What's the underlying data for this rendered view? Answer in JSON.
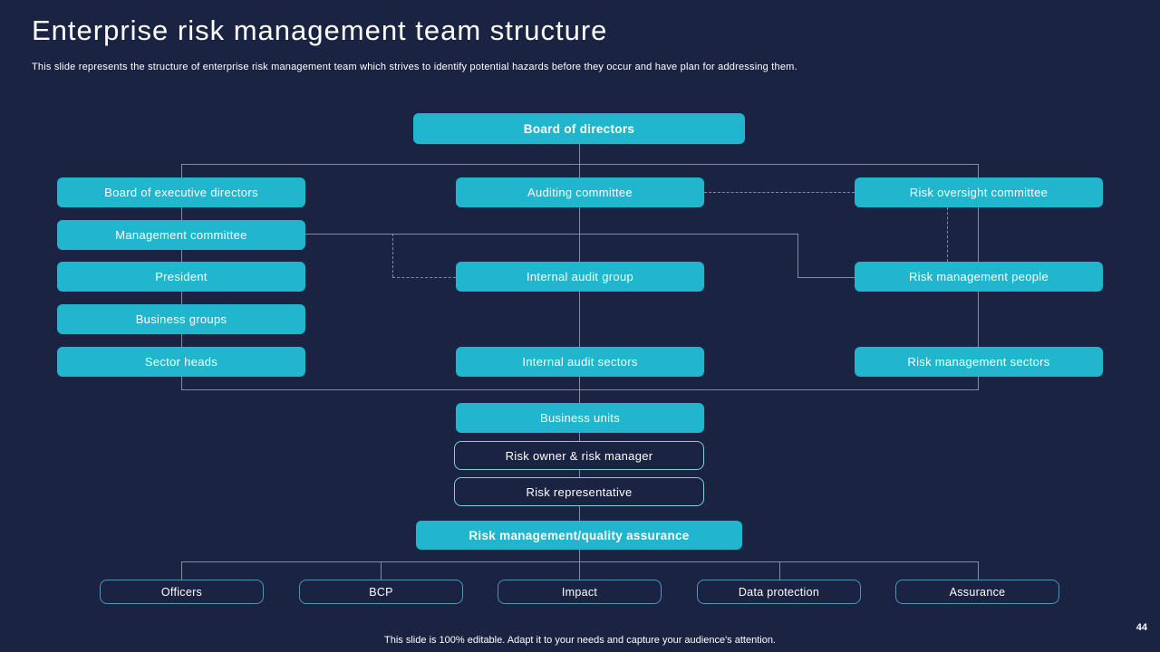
{
  "slide": {
    "title": "Enterprise risk management team structure",
    "subtitle": "This slide represents the structure of enterprise risk management team which strives to identify potential hazards before they occur and have plan for addressing them.",
    "footer": "This slide is 100% editable. Adapt it to your needs and capture your audience's attention.",
    "page_number": "44"
  },
  "colors": {
    "background": "#1b2342",
    "node_fill": "#1fb6ce",
    "outline_border": "#7ecfe0",
    "bottom_outline_border": "#4e93b8",
    "connector": "#9aa5ba",
    "text": "#ffffff"
  },
  "org_chart": {
    "root": "Board of directors",
    "columns": {
      "left": [
        "Board of executive directors",
        "Management committee",
        "President",
        "Business groups",
        "Sector heads"
      ],
      "center": [
        "Auditing committee",
        "Internal audit group",
        "Internal audit sectors"
      ],
      "right": [
        "Risk oversight committee",
        "Risk management people",
        "Risk management sectors"
      ]
    },
    "center_chain": [
      "Business units",
      "Risk owner & risk manager",
      "Risk representative"
    ],
    "assurance_node": "Risk management/quality assurance",
    "bottom_row": [
      "Officers",
      "BCP",
      "Impact",
      "Data protection",
      "Assurance"
    ]
  }
}
